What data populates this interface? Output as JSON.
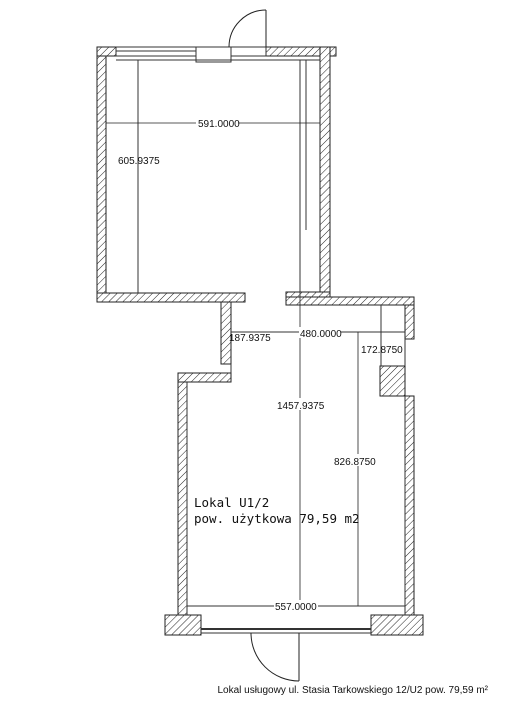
{
  "plan": {
    "dimensions": {
      "top_room_width": "591.0000",
      "top_room_height": "605.9375",
      "corridor_left": "187.9375",
      "corridor_width": "480.0000",
      "corridor_right": "172.8750",
      "total_height": "1457.9375",
      "main_room_height": "826.8750",
      "main_room_width": "557.0000"
    },
    "room_label": {
      "line1": "Lokal U1/2",
      "line2": "pow. użytkowa 79,59 m2"
    }
  },
  "caption": "Lokal usługowy ul. Stasia Tarkowskiego 12/U2 pow. 79,59 m²"
}
